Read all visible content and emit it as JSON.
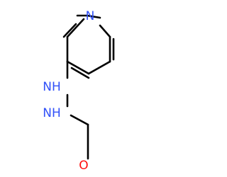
{
  "molecule": {
    "atoms": {
      "ring_n": {
        "label": "N",
        "color": "#3050F8"
      },
      "nh_upper": {
        "label": "NH",
        "color": "#3050F8"
      },
      "nh_lower": {
        "label": "NH",
        "color": "#3050F8"
      },
      "carbonyl_o": {
        "label": "O",
        "color": "#FF0D0D"
      }
    }
  }
}
